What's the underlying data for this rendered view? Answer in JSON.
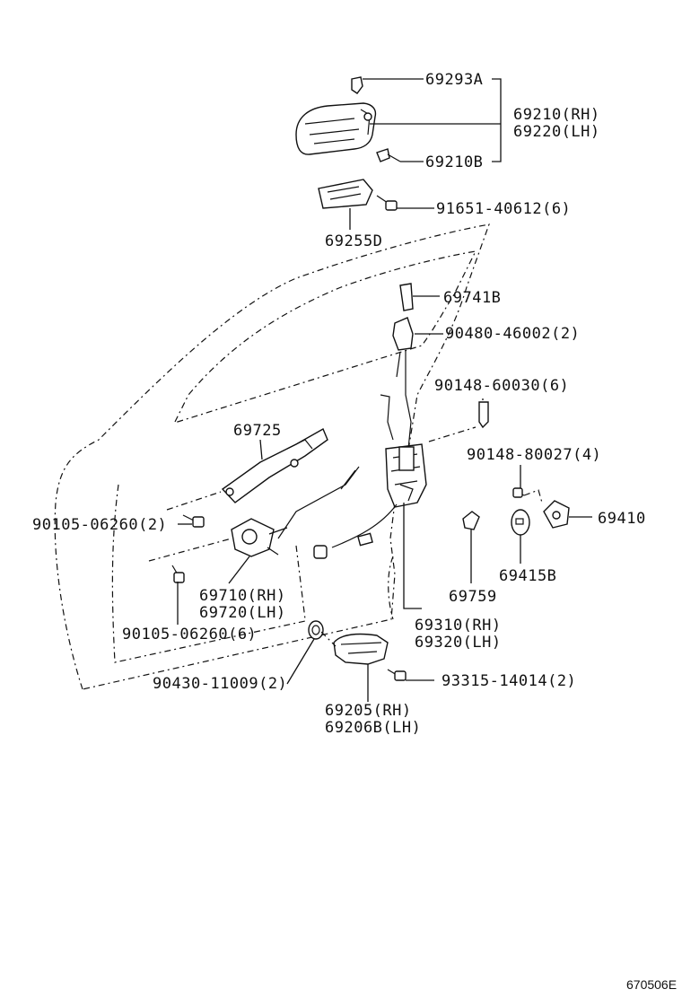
{
  "labels": {
    "p69293A": "69293A",
    "p69210": "69210(RH)",
    "p69220": "69220(LH)",
    "p69210B": "69210B",
    "p91651": "91651-40612(6)",
    "p69255D": "69255D",
    "p69741B": "69741B",
    "p90480": "90480-46002(2)",
    "p90148_60030": "90148-60030(6)",
    "p69725": "69725",
    "p90148_80027": "90148-80027(4)",
    "p90105_a": "90105-06260(2)",
    "p69410": "69410",
    "p69759": "69759",
    "p69415B": "69415B",
    "p69710": "69710(RH)",
    "p69720": "69720(LH)",
    "p69310": "69310(RH)",
    "p69320": "69320(LH)",
    "p90105_b": "90105-06260(6)",
    "p90430": "90430-11009(2)",
    "p93315": "93315-14014(2)",
    "p69205": "69205(RH)",
    "p69206B": "69206B(LH)"
  },
  "diagram_code": "670506E"
}
